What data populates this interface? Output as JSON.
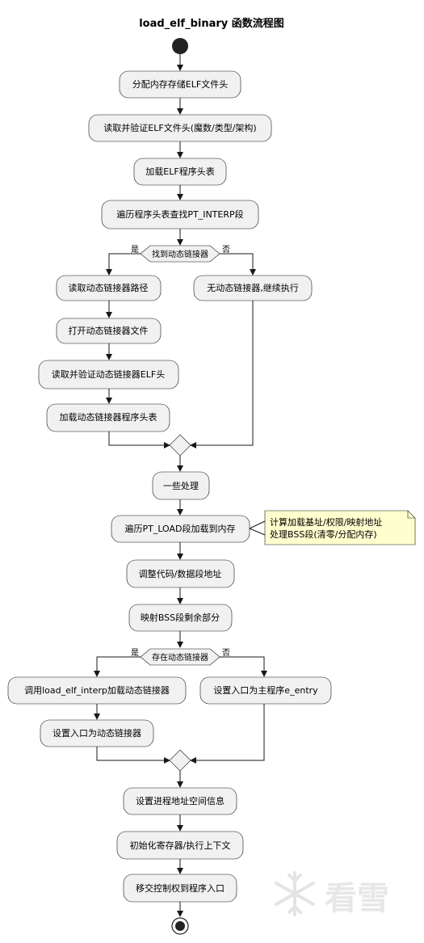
{
  "title": "load_elf_binary 函数流程图",
  "actions": {
    "alloc": "分配内存存储ELF文件头",
    "read_verify": "读取并验证ELF文件头(魔数/类型/架构)",
    "load_phdr": "加载ELF程序头表",
    "find_interp": "遍历程序头表查找PT_INTERP段",
    "read_interp_path": "读取动态链接器路径",
    "open_interp": "打开动态链接器文件",
    "read_interp_elf": "读取并验证动态链接器ELF头",
    "load_interp_phdr": "加载动态链接器程序头表",
    "no_interp": "无动态链接器,继续执行",
    "some_processing": "一些处理",
    "load_pt_load": "遍历PT_LOAD段加载到内存",
    "adjust_segments": "调整代码/数据段地址",
    "map_bss": "映射BSS段剩余部分",
    "call_load_interp": "调用load_elf_interp加载动态链接器",
    "set_entry_interp": "设置入口为动态链接器",
    "set_entry_main": "设置入口为主程序e_entry",
    "setup_addr_space": "设置进程地址空间信息",
    "init_regs": "初始化寄存器/执行上下文",
    "transfer_control": "移交控制权到程序入口"
  },
  "decisions": {
    "found_interp": {
      "label": "找到动态链接器",
      "yes": "是",
      "no": "否"
    },
    "has_interp": {
      "label": "存在动态链接器",
      "yes": "是",
      "no": "否"
    }
  },
  "note": {
    "line1": "计算加载基址/权限/映射地址",
    "line2": "处理BSS段(清零/分配内存)"
  },
  "watermark": "看雪"
}
